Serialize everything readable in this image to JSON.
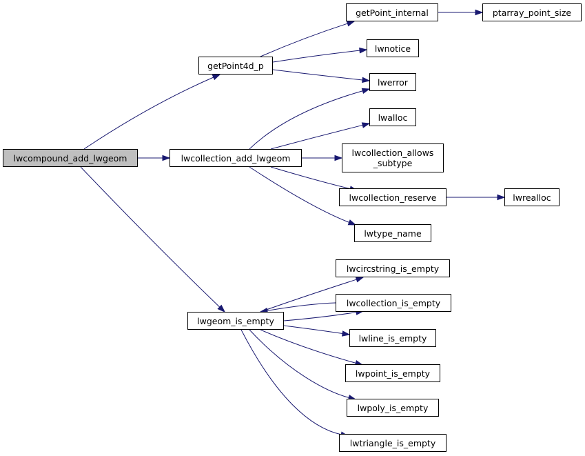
{
  "graph": {
    "edge_color": "#191970",
    "root_fill": "#bfbfbf",
    "nodes": [
      {
        "id": "lwcompound_add_lwgeom",
        "label": "lwcompound_add_lwgeom",
        "root": true
      },
      {
        "id": "getPoint4d_p",
        "label": "getPoint4d_p"
      },
      {
        "id": "lwcollection_add_lwgeom",
        "label": "lwcollection_add_lwgeom"
      },
      {
        "id": "lwgeom_is_empty",
        "label": "lwgeom_is_empty"
      },
      {
        "id": "getPoint_internal",
        "label": "getPoint_internal"
      },
      {
        "id": "lwnotice",
        "label": "lwnotice"
      },
      {
        "id": "lwerror",
        "label": "lwerror"
      },
      {
        "id": "ptarray_point_size",
        "label": "ptarray_point_size"
      },
      {
        "id": "lwalloc",
        "label": "lwalloc"
      },
      {
        "id": "lwcollection_allows_subtype",
        "label": "lwcollection_allows\n_subtype"
      },
      {
        "id": "lwcollection_reserve",
        "label": "lwcollection_reserve"
      },
      {
        "id": "lwtype_name",
        "label": "lwtype_name"
      },
      {
        "id": "lwrealloc",
        "label": "lwrealloc"
      },
      {
        "id": "lwcircstring_is_empty",
        "label": "lwcircstring_is_empty"
      },
      {
        "id": "lwcollection_is_empty",
        "label": "lwcollection_is_empty"
      },
      {
        "id": "lwline_is_empty",
        "label": "lwline_is_empty"
      },
      {
        "id": "lwpoint_is_empty",
        "label": "lwpoint_is_empty"
      },
      {
        "id": "lwpoly_is_empty",
        "label": "lwpoly_is_empty"
      },
      {
        "id": "lwtriangle_is_empty",
        "label": "lwtriangle_is_empty"
      }
    ],
    "edges": [
      {
        "from": "lwcompound_add_lwgeom",
        "to": "getPoint4d_p"
      },
      {
        "from": "lwcompound_add_lwgeom",
        "to": "lwcollection_add_lwgeom"
      },
      {
        "from": "lwcompound_add_lwgeom",
        "to": "lwgeom_is_empty"
      },
      {
        "from": "getPoint4d_p",
        "to": "getPoint_internal"
      },
      {
        "from": "getPoint4d_p",
        "to": "lwnotice"
      },
      {
        "from": "getPoint4d_p",
        "to": "lwerror"
      },
      {
        "from": "getPoint_internal",
        "to": "ptarray_point_size"
      },
      {
        "from": "lwcollection_add_lwgeom",
        "to": "lwerror"
      },
      {
        "from": "lwcollection_add_lwgeom",
        "to": "lwalloc"
      },
      {
        "from": "lwcollection_add_lwgeom",
        "to": "lwcollection_allows_subtype"
      },
      {
        "from": "lwcollection_add_lwgeom",
        "to": "lwcollection_reserve"
      },
      {
        "from": "lwcollection_add_lwgeom",
        "to": "lwtype_name"
      },
      {
        "from": "lwcollection_reserve",
        "to": "lwrealloc"
      },
      {
        "from": "lwgeom_is_empty",
        "to": "lwcircstring_is_empty"
      },
      {
        "from": "lwgeom_is_empty",
        "to": "lwcollection_is_empty"
      },
      {
        "from": "lwgeom_is_empty",
        "to": "lwline_is_empty"
      },
      {
        "from": "lwgeom_is_empty",
        "to": "lwpoint_is_empty"
      },
      {
        "from": "lwgeom_is_empty",
        "to": "lwpoly_is_empty"
      },
      {
        "from": "lwgeom_is_empty",
        "to": "lwtriangle_is_empty"
      },
      {
        "from": "lwcollection_is_empty",
        "to": "lwgeom_is_empty"
      }
    ]
  }
}
